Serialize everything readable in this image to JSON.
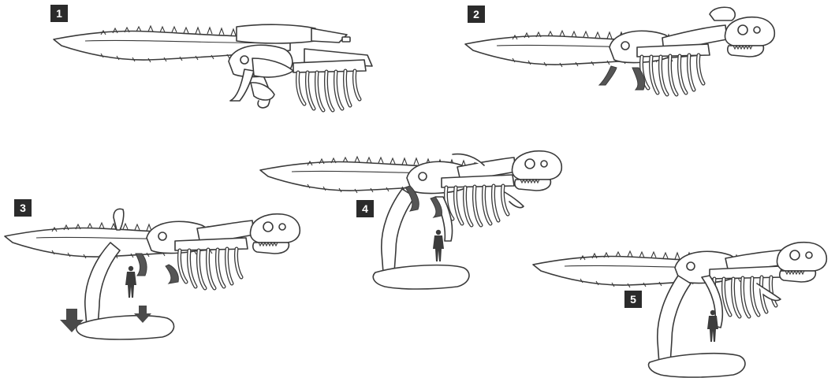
{
  "steps": [
    {
      "number": "1",
      "description_icon": "t-rex-skeleton-parts"
    },
    {
      "number": "2",
      "description_icon": "t-rex-skeleton-head-attach"
    },
    {
      "number": "3",
      "description_icon": "t-rex-skeleton-legs-base"
    },
    {
      "number": "4",
      "description_icon": "t-rex-skeleton-arms"
    },
    {
      "number": "5",
      "description_icon": "t-rex-skeleton-complete"
    }
  ],
  "colors": {
    "badge": "#2b2b2b",
    "outline": "#3a3a3a",
    "accent_dark": "#555555"
  }
}
